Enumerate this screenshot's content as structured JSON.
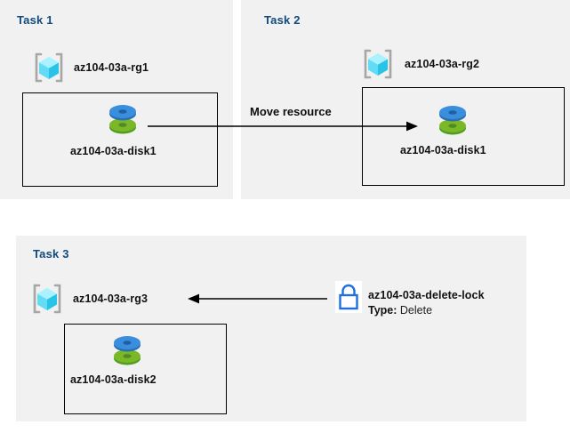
{
  "diagram": {
    "title_color": "#114a7d",
    "panel_bg": "#f1f1f1",
    "lock_color": "#1f6fdc",
    "disk_top_color": "#3a8ede",
    "disk_bottom_color": "#7ab828",
    "rg_cube_color": "#42d6f5",
    "panels": [
      {
        "id": "task1",
        "title": "Task 1",
        "resource_group": "az104-03a-rg1",
        "resource": "az104-03a-disk1"
      },
      {
        "id": "task2",
        "title": "Task 2",
        "resource_group": "az104-03a-rg2",
        "resource": "az104-03a-disk1"
      },
      {
        "id": "task3",
        "title": "Task 3",
        "resource_group": "az104-03a-rg3",
        "resource": "az104-03a-disk2"
      }
    ],
    "connectors": [
      {
        "id": "move-resource",
        "label": "Move resource",
        "direction": "right"
      },
      {
        "id": "lock-applies-to-rg3",
        "label": "",
        "direction": "left"
      }
    ],
    "lock": {
      "name": "az104-03a-delete-lock",
      "type_label": "Type:",
      "type_value": "Delete"
    },
    "icons": {
      "resource_group": "resource-group-cube-icon",
      "disk": "managed-disk-icon",
      "lock": "resource-lock-icon"
    }
  }
}
